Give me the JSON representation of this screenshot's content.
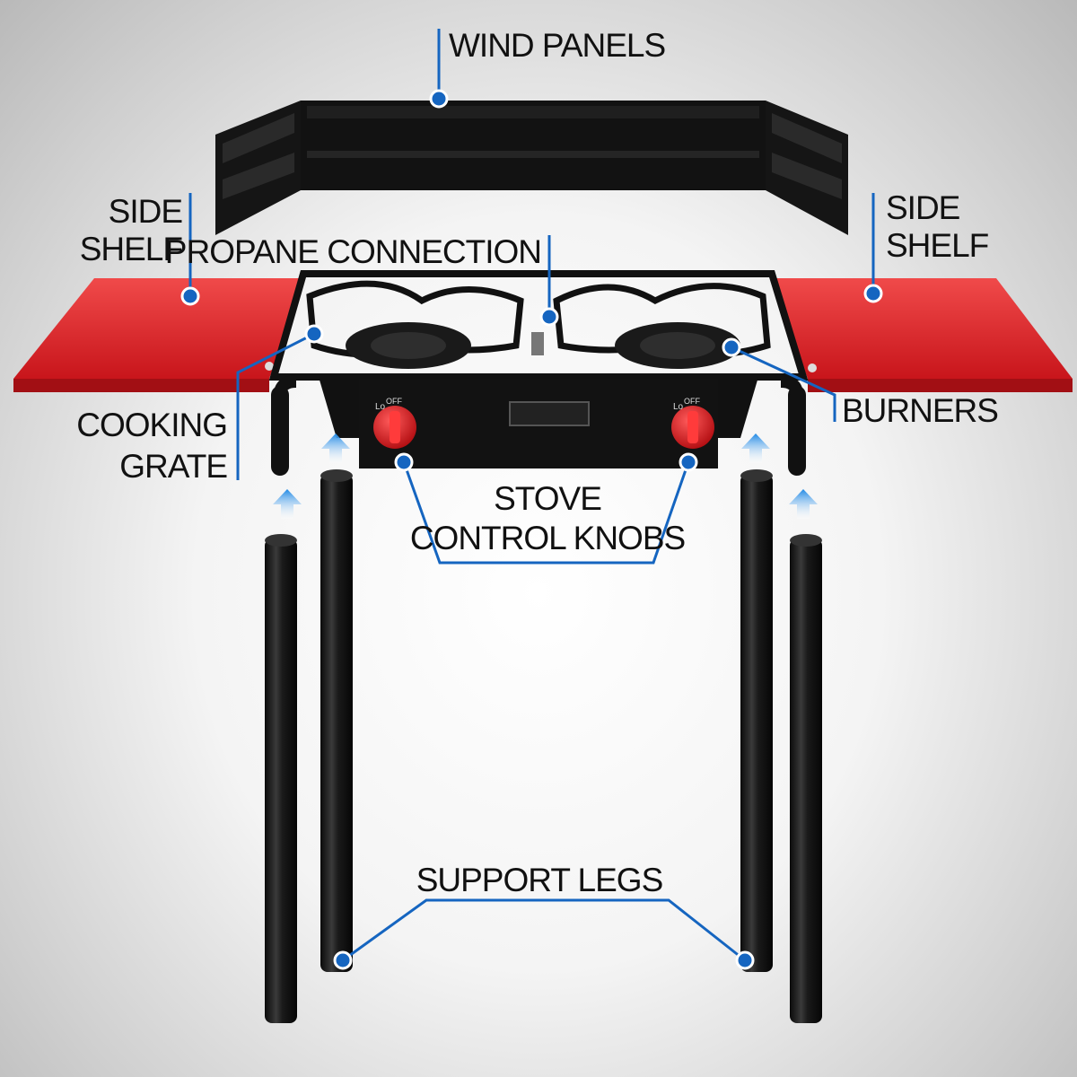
{
  "labels": {
    "wind_panels": "WIND PANELS",
    "side_shelf_left_line1": "SIDE",
    "side_shelf_left_line2": "SHELF",
    "side_shelf_right_line1": "SIDE",
    "side_shelf_right_line2": "SHELF",
    "propane_connection": "PROPANE CONNECTION",
    "cooking_grate_line1": "COOKING",
    "cooking_grate_line2": "GRATE",
    "burners": "BURNERS",
    "stove_control_knobs_line1": "STOVE",
    "stove_control_knobs_line2": "CONTROL KNOBS",
    "support_legs": "SUPPORT LEGS"
  },
  "knob_markings": {
    "lo": "Lo",
    "off": "OFF"
  },
  "colors": {
    "leader": "#1565c0",
    "shelf_red": "#e3252b",
    "knob_red": "#e0151b",
    "steel_black": "#141414"
  }
}
